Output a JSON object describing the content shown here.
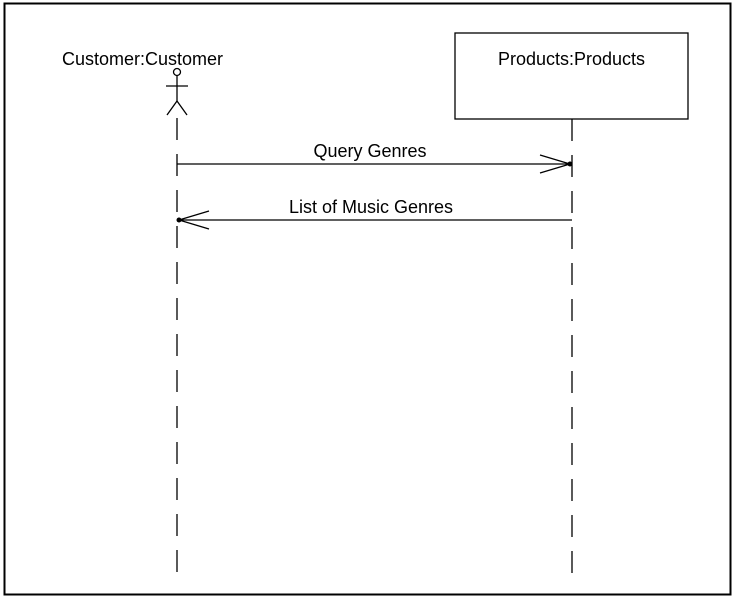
{
  "diagram": {
    "type": "uml-sequence",
    "lifelines": [
      {
        "kind": "actor",
        "label": "Customer:Customer"
      },
      {
        "kind": "object",
        "label": "Products:Products"
      }
    ],
    "messages": [
      {
        "from": "Customer:Customer",
        "to": "Products:Products",
        "label": "Query Genres"
      },
      {
        "from": "Products:Products",
        "to": "Customer:Customer",
        "label": "List of Music Genres"
      }
    ]
  },
  "colors": {
    "background": "#ffffff",
    "stroke": "#000000"
  }
}
